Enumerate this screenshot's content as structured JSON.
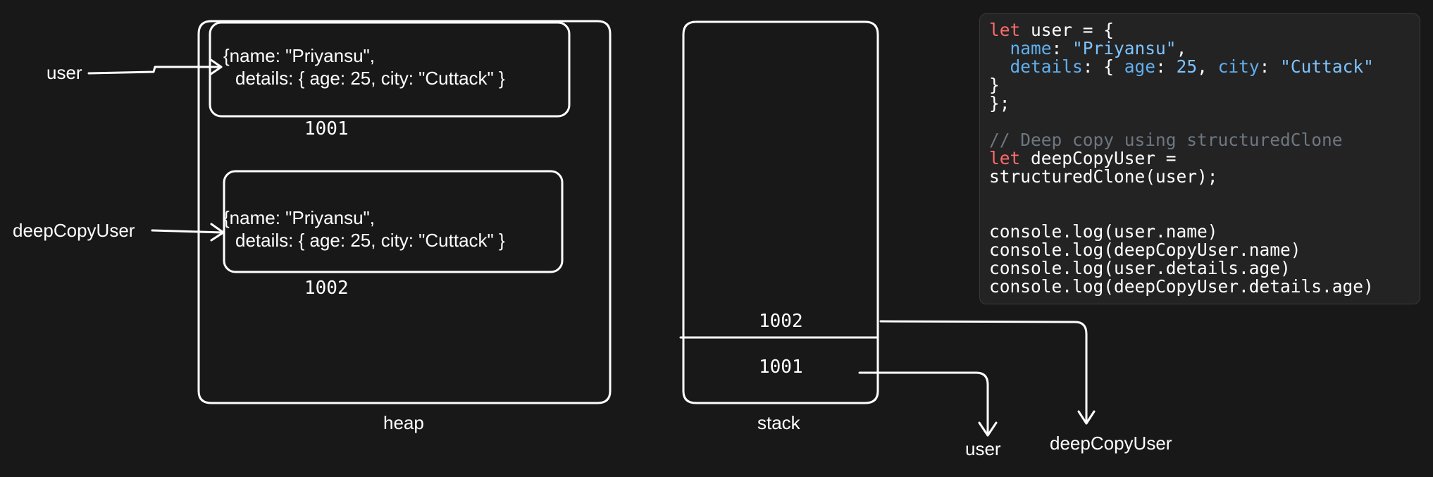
{
  "colors": {
    "background": "#181818",
    "stroke": "#ffffff",
    "code_keyword": "#ff6b6b",
    "code_property": "#61afef",
    "code_string": "#7ec3ff",
    "code_comment": "#6e7781"
  },
  "diagram": {
    "heap_label": "heap",
    "stack_label": "stack",
    "heap_objects": [
      {
        "line1": "{name: \"Priyansu\",",
        "line2": "details: { age: 25, city: \"Cuttack\" }",
        "address": "1001"
      },
      {
        "line1": "{name: \"Priyansu\",",
        "line2": "details: { age: 25, city: \"Cuttack\" }",
        "address": "1002"
      }
    ],
    "heap_pointers": [
      "user",
      "deepCopyUser"
    ],
    "stack_slots": [
      {
        "value": "1002",
        "points_to_label": "deepCopyUser"
      },
      {
        "value": "1001",
        "points_to_label": "user"
      }
    ]
  },
  "code_panel": {
    "lines": [
      [
        {
          "t": "kw",
          "v": "let"
        },
        {
          "t": "plain",
          "v": " user = {"
        }
      ],
      [
        {
          "t": "plain",
          "v": "  "
        },
        {
          "t": "prop",
          "v": "name"
        },
        {
          "t": "plain",
          "v": ": "
        },
        {
          "t": "str",
          "v": "\"Priyansu\""
        },
        {
          "t": "plain",
          "v": ","
        }
      ],
      [
        {
          "t": "plain",
          "v": "  "
        },
        {
          "t": "prop",
          "v": "details"
        },
        {
          "t": "plain",
          "v": ": { "
        },
        {
          "t": "prop",
          "v": "age"
        },
        {
          "t": "plain",
          "v": ": "
        },
        {
          "t": "num",
          "v": "25"
        },
        {
          "t": "plain",
          "v": ", "
        },
        {
          "t": "prop",
          "v": "city"
        },
        {
          "t": "plain",
          "v": ": "
        },
        {
          "t": "str",
          "v": "\"Cuttack\""
        }
      ],
      [
        {
          "t": "plain",
          "v": "}"
        }
      ],
      [
        {
          "t": "plain",
          "v": "};"
        }
      ],
      [
        {
          "t": "plain",
          "v": ""
        }
      ],
      [
        {
          "t": "com",
          "v": "// Deep copy using structuredClone"
        }
      ],
      [
        {
          "t": "kw",
          "v": "let"
        },
        {
          "t": "plain",
          "v": " deepCopyUser ="
        }
      ],
      [
        {
          "t": "plain",
          "v": "structuredClone(user);"
        }
      ],
      [
        {
          "t": "plain",
          "v": ""
        }
      ],
      [
        {
          "t": "plain",
          "v": ""
        }
      ],
      [
        {
          "t": "plain",
          "v": "console.log(user.name)"
        }
      ],
      [
        {
          "t": "plain",
          "v": "console.log(deepCopyUser.name)"
        }
      ],
      [
        {
          "t": "plain",
          "v": "console.log(user.details.age)"
        }
      ],
      [
        {
          "t": "plain",
          "v": "console.log(deepCopyUser.details.age)"
        }
      ]
    ]
  }
}
